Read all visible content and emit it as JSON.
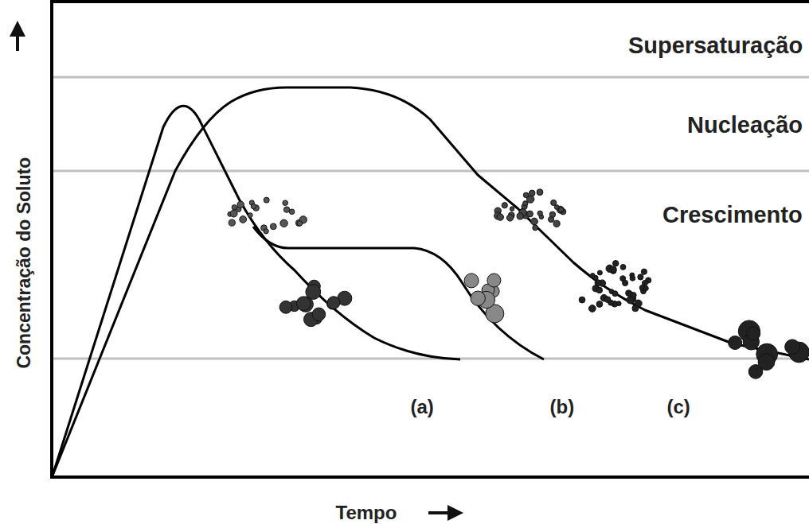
{
  "diagram": {
    "labels": [
      "Supersaturação",
      "Nucleação",
      "Crescimento",
      "Concentração do Soluto",
      "Tempo",
      "(a)",
      "(b)",
      "(c)"
    ]
  }
}
